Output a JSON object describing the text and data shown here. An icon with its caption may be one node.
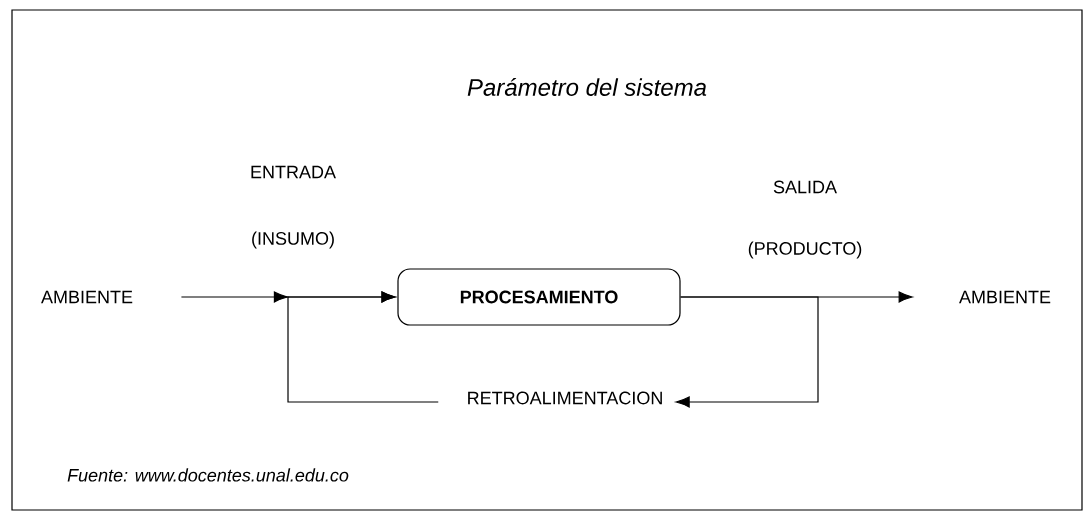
{
  "diagram": {
    "title": "Parámetro del sistema",
    "nodes": [
      {
        "text": [
          "AMBIENTE"
        ]
      },
      {
        "text": [
          "PROCESAMIENTO"
        ]
      },
      {
        "text": [
          "AMBIENTE"
        ]
      },
      {
        "text": [
          "RETROALIMENTACION"
        ]
      }
    ],
    "edges": [
      {
        "from": 0,
        "to": 1,
        "arrow": "to"
      },
      {
        "from": 1,
        "to": 2,
        "arrow": "to"
      },
      {
        "from": 1,
        "to": 3,
        "arrow": "to"
      },
      {
        "from": 3,
        "to": 1,
        "arrow": "to"
      }
    ],
    "labels": [
      "ENTRADA",
      "(INSUMO)",
      "SALIDA",
      "(PRODUCTO)"
    ],
    "caption": "Fuente: www.docentes.unal.edu.co"
  }
}
